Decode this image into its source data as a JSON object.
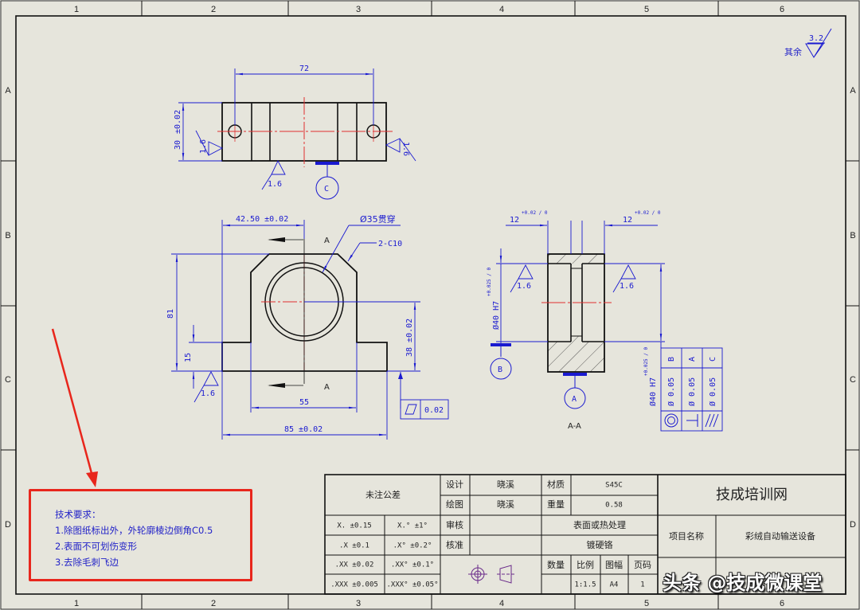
{
  "sheet": {
    "zones_columns": [
      "1",
      "2",
      "3",
      "4",
      "5",
      "6"
    ],
    "zones_rows": [
      "A",
      "B",
      "C",
      "D"
    ],
    "colors": {
      "background": "#e6e5dc",
      "outline": "#111111",
      "dimension": "#1a1ad0",
      "centerline": "#e03030",
      "annotation_box": "#e8261c",
      "symbol_purple": "#6a2a8a"
    }
  },
  "roughness_general": {
    "label": "其余",
    "value": "3.2"
  },
  "top_view": {
    "dim_hole_spacing": "72",
    "dim_height": "30",
    "dim_height_tol": "±0.02",
    "roughness_left": "1.6",
    "roughness_right": "1.6",
    "roughness_bottom": "1.6",
    "datum": "C"
  },
  "front_view": {
    "dim_half_width": "42.50 ±0.02",
    "hole_note": "Ø35贯穿",
    "chamfer_note": "2-C10",
    "section_mark_top": "A",
    "section_mark_bottom": "A",
    "dim_total_height": "81",
    "dim_base_height": "15",
    "dim_center_height": "38 ±0.02",
    "dim_inner_width": "55",
    "dim_total_width": "85 ±0.02",
    "roughness_bottom_left": "1.6",
    "flatness_symbol": "flatness",
    "flatness_value": "0.02"
  },
  "section_view": {
    "title": "A-A",
    "dim_left": "12",
    "dim_left_tol": "+0.02 / 0",
    "dim_right": "12",
    "dim_right_tol": "+0.02 / 0",
    "bore_dim": "Ø40 H7",
    "bore_tol": "+0.025 / 0",
    "roughness_left": "1.6",
    "roughness_right": "1.6",
    "datum_left": "B",
    "datum_bottom": "A",
    "gdt_bore_dim": "Ø40 H7",
    "gdt_bore_tol": "+0.025 / 0",
    "gdt_frames": [
      {
        "symbol": "concentricity",
        "value": "Ø 0.05",
        "datum": "B"
      },
      {
        "symbol": "perpendicularity",
        "value": "Ø 0.05",
        "datum": "A"
      },
      {
        "symbol": "parallelism",
        "value": "Ø 0.05",
        "datum": "C"
      }
    ]
  },
  "tech_requirements": {
    "title": "技术要求：",
    "items": [
      "1.除图纸标出外，外轮廓棱边倒角C0.5",
      "2.表面不可划伤变形",
      "3.去除毛刺飞边"
    ]
  },
  "title_block": {
    "general_tolerance_title": "未注公差",
    "tolerances": [
      {
        "linear": "X. ±0.15",
        "angular": "X.° ±1°"
      },
      {
        "linear": ".X ±0.1",
        "angular": ".X° ±0.2°"
      },
      {
        "linear": ".XX ±0.02",
        "angular": ".XX° ±0.1°"
      },
      {
        "linear": ".XXX ±0.005",
        "angular": ".XXX° ±0.05°"
      }
    ],
    "roles": [
      {
        "label": "设计",
        "value": "晓溪"
      },
      {
        "label": "绘图",
        "value": "晓溪"
      },
      {
        "label": "审核",
        "value": ""
      },
      {
        "label": "核准",
        "value": ""
      }
    ],
    "material_label": "材质",
    "material_value": "S45C",
    "weight_label": "重量",
    "weight_value": "0.58",
    "surface_treatment_label": "表面或热处理",
    "surface_treatment_value": "镀硬铬",
    "quantity_label": "数量",
    "quantity_value": "",
    "scale_label": "比例",
    "scale_value": "1:1.5",
    "sheet_size_label": "图幅",
    "sheet_size_value": "A4",
    "page_label": "页码",
    "page_value": "1",
    "company": "技成培训网",
    "project_label": "项目名称",
    "project_value": "彩绒自动输送设备",
    "projection_symbol": "first-angle-projection"
  },
  "watermark": "头条 @技成微课堂"
}
